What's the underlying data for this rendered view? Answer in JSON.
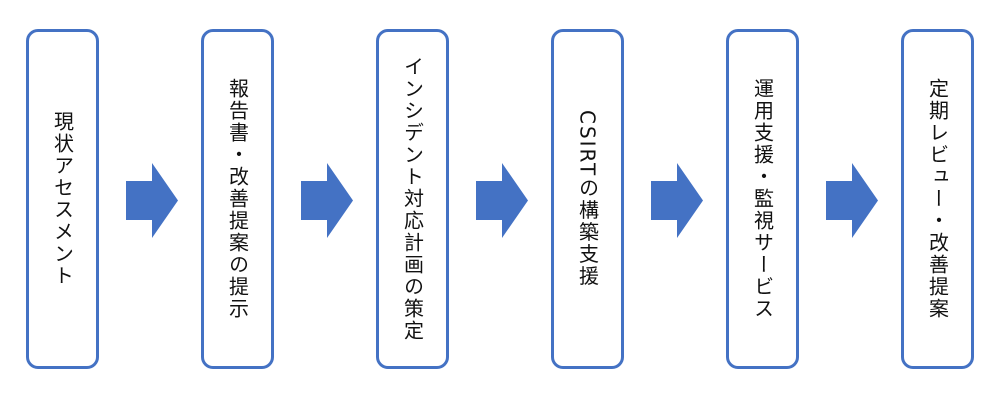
{
  "colors": {
    "accent": "#4472C4",
    "text": "#111111"
  },
  "steps": [
    {
      "label": "現状アセスメント"
    },
    {
      "label": "報告書・改善提案の提示"
    },
    {
      "label": "インシデント対応計画の策定"
    },
    {
      "label": "CSIRTの構築支援"
    },
    {
      "label": "運用支援・監視サービス"
    },
    {
      "label": "定期レビュー・改善提案"
    }
  ],
  "arrows": [
    "arrow-right-icon",
    "arrow-right-icon",
    "arrow-right-icon",
    "arrow-right-icon",
    "arrow-right-icon"
  ]
}
